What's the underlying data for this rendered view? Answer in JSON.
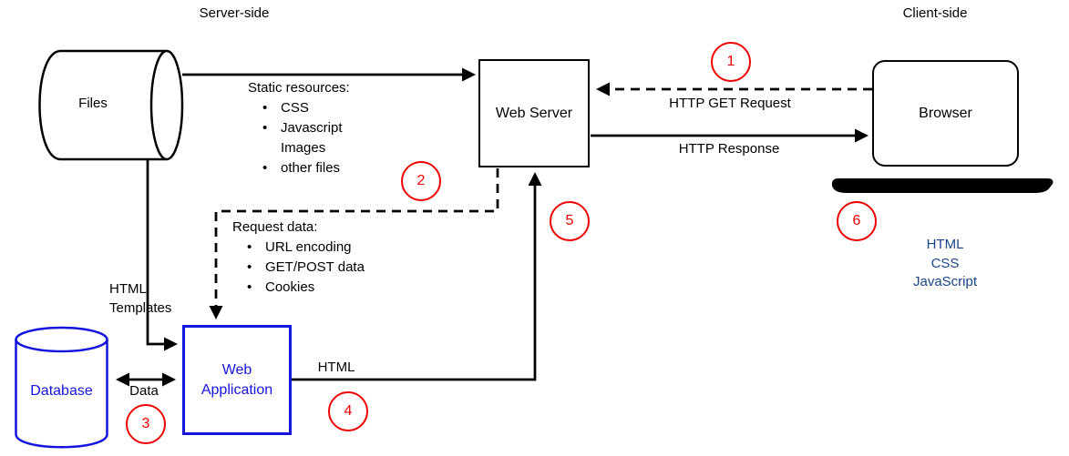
{
  "header": {
    "server_side": "Server-side",
    "client_side": "Client-side"
  },
  "nodes": {
    "files": {
      "label": "Files"
    },
    "web_server": {
      "label": "Web Server"
    },
    "browser": {
      "label": "Browser"
    },
    "database": {
      "label": "Database"
    },
    "web_application": {
      "line1": "Web",
      "line2": "Application"
    }
  },
  "edge_labels": {
    "http_get_request": "HTTP GET Request",
    "http_response": "HTTP Response",
    "html_templates_line1": "HTML",
    "html_templates_line2": "Templates",
    "data": "Data",
    "html": "HTML"
  },
  "notes": {
    "static_resources": {
      "title": "Static resources:",
      "items": [
        "CSS",
        "Javascript",
        "Images",
        "other files"
      ]
    },
    "request_data": {
      "title": "Request data:",
      "items": [
        "URL encoding",
        "GET/POST data",
        "Cookies"
      ]
    },
    "client_technologies": [
      "HTML",
      "CSS",
      "JavaScript"
    ]
  },
  "steps": [
    "1",
    "2",
    "3",
    "4",
    "5",
    "6"
  ],
  "colors": {
    "node_blue": "#1414dd",
    "client_tech_text": "#1c4587",
    "step_red": "#ee0000",
    "line_black": "#000000"
  }
}
